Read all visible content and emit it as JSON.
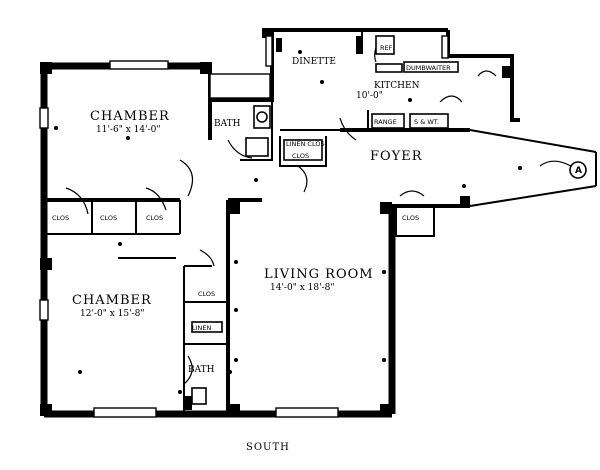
{
  "rooms": {
    "chamber1": {
      "name": "CHAMBER",
      "dim": "11'-6\" x 14'-0\""
    },
    "chamber2": {
      "name": "CHAMBER",
      "dim": "12'-0\" x 15'-8\""
    },
    "living": {
      "name": "LIVING ROOM",
      "dim": "14'-0\" x 18'-8\""
    },
    "dinette": {
      "name": "DINETTE",
      "dim": ""
    },
    "kitchen": {
      "name": "KITCHEN",
      "dim": "10'-0\""
    },
    "foyer": {
      "name": "FOYER"
    },
    "bath1": {
      "name": "BATH"
    },
    "bath2": {
      "name": "BATH"
    }
  },
  "small_labels": {
    "linen_clos": "LINEN CLOS",
    "clos_a": "CLOS",
    "clos_b": "CLOS",
    "clos_c": "CLOS",
    "clos_d": "CLOS",
    "clos_foyer": "CLOS",
    "clos_hall": "CLOS",
    "ref": "REF",
    "range": "RANGE",
    "sink": "S & WT.",
    "dumbwaiter": "DUMBWAITER",
    "linen_tall": "LINEN",
    "door_marker": "A"
  },
  "orientation": "SOUTH"
}
